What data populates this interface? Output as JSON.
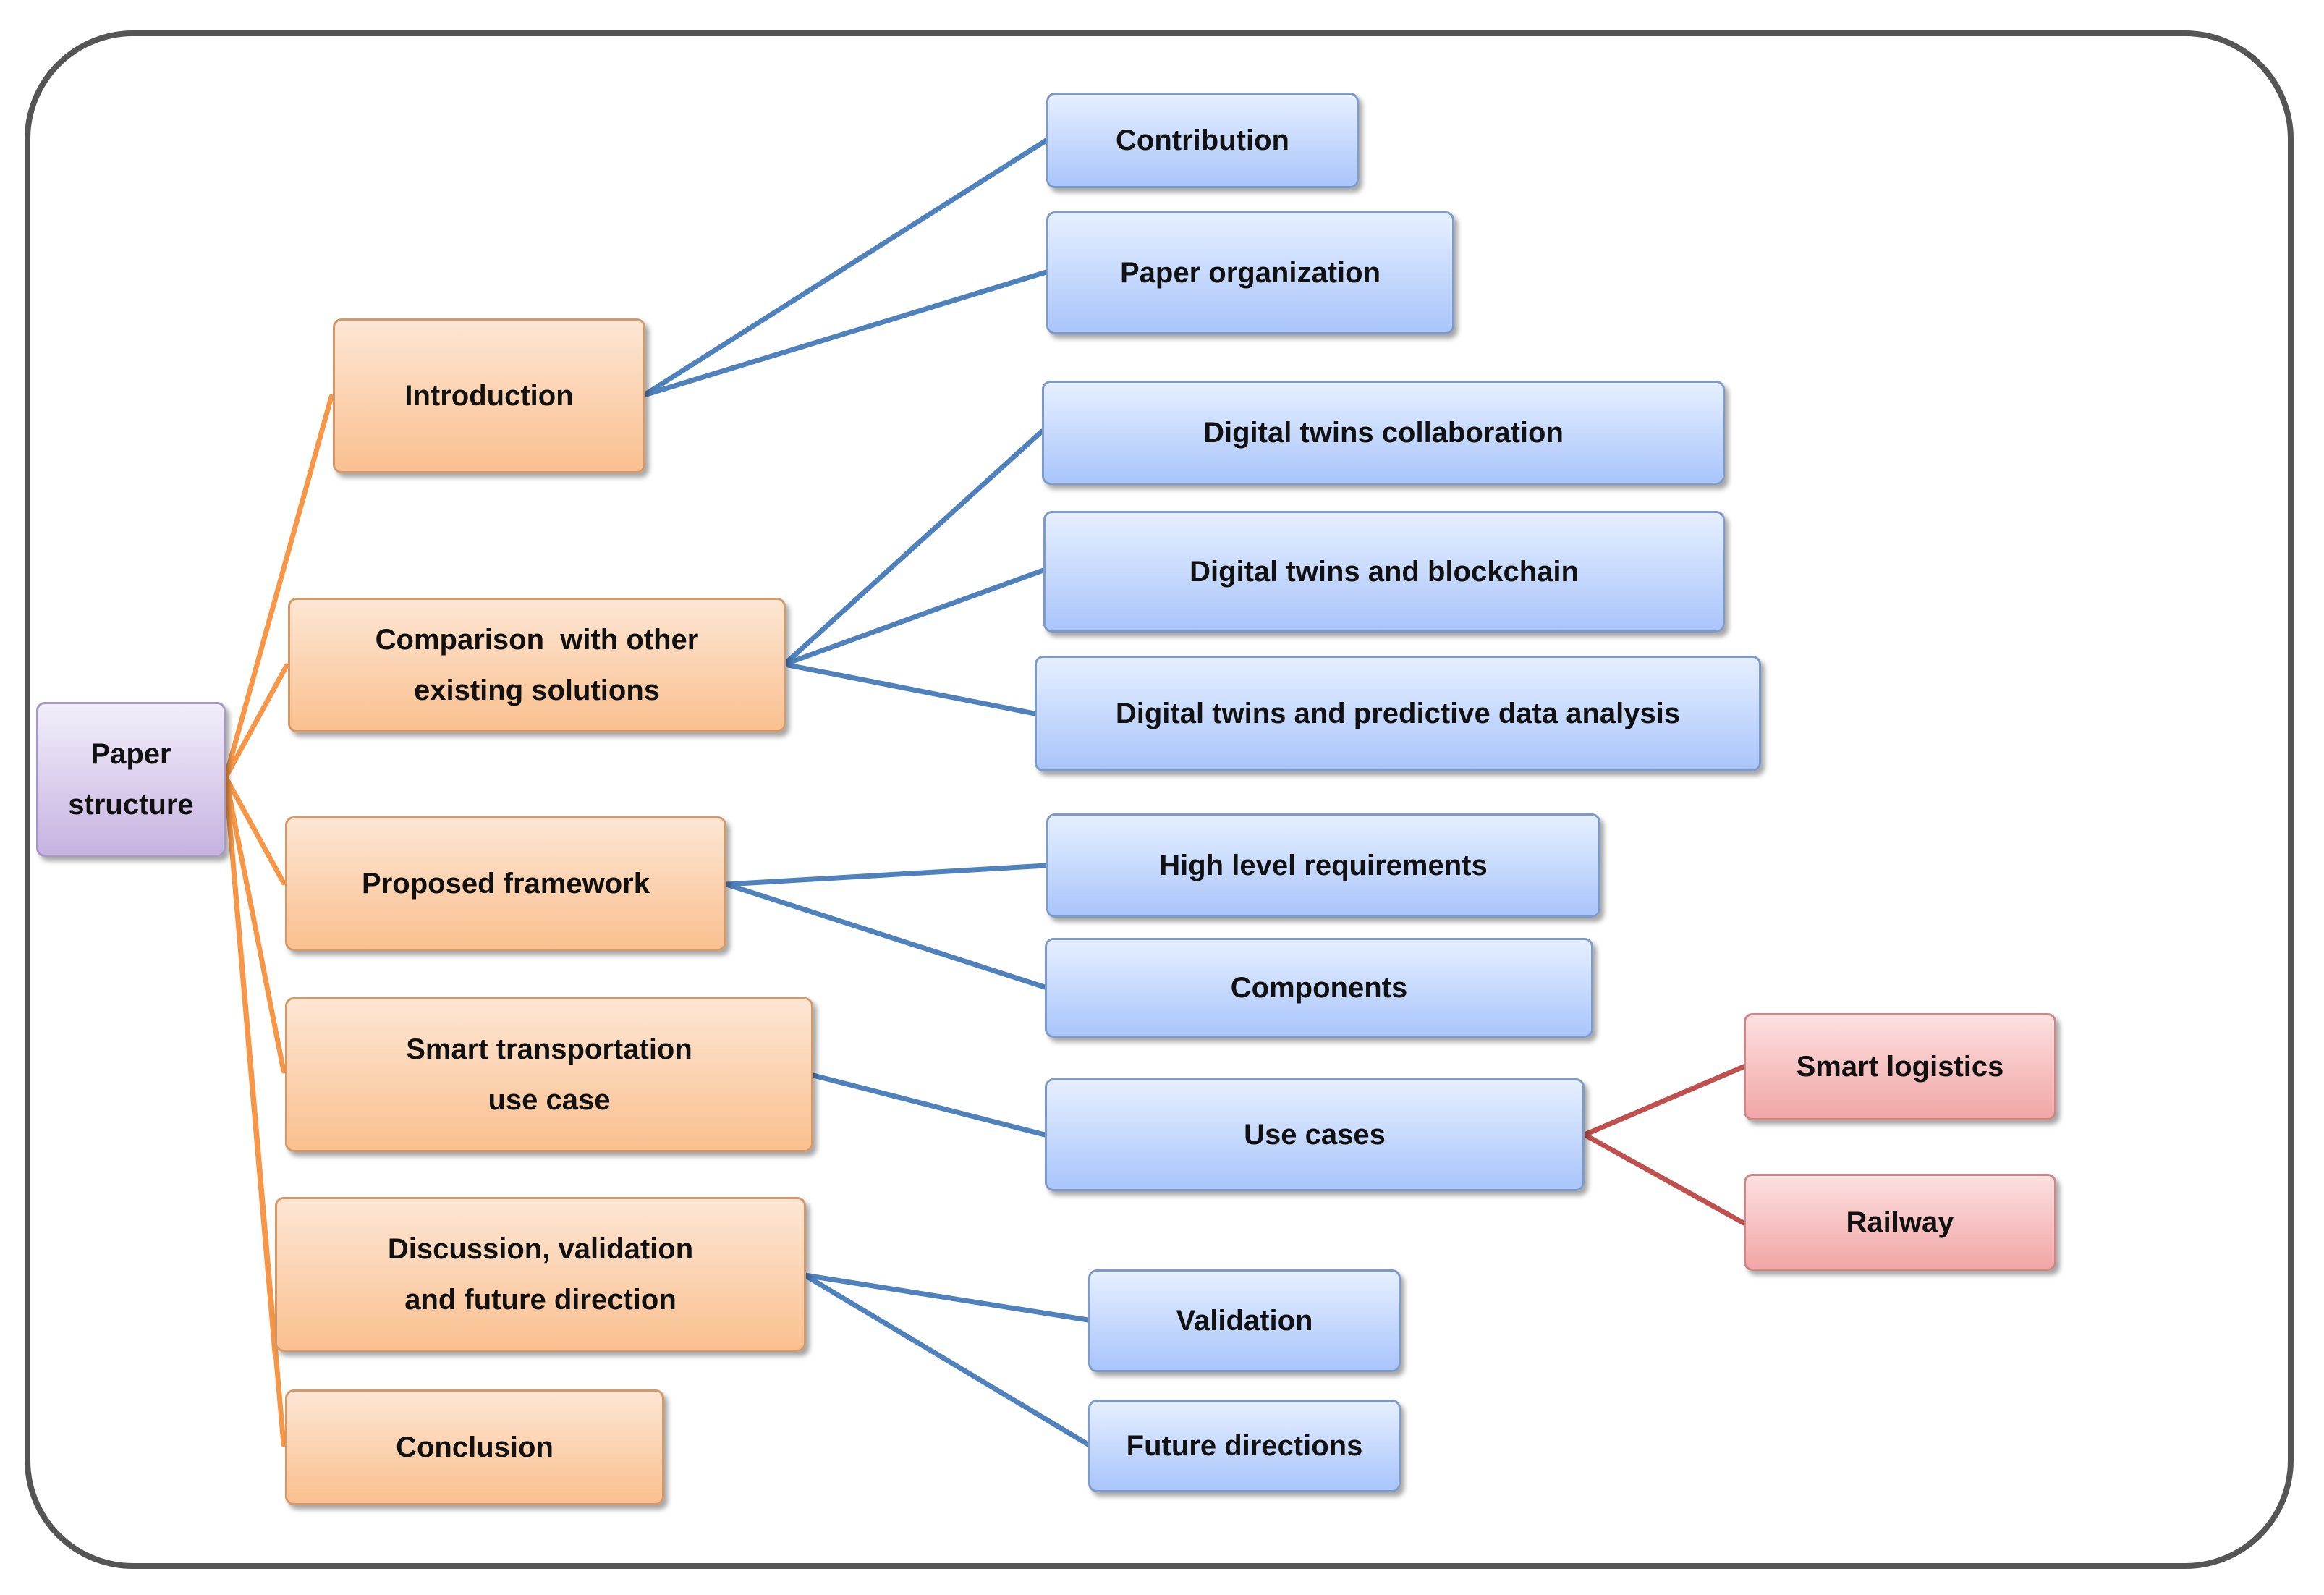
{
  "root": {
    "line1": "Paper",
    "line2": "structure"
  },
  "sections": {
    "introduction": "Introduction",
    "comparison": {
      "line1": "Comparison  with other",
      "line2": "existing solutions"
    },
    "framework": "Proposed framework",
    "transportation": {
      "line1": "Smart transportation",
      "line2": "use case"
    },
    "discussion": {
      "line1": "Discussion, validation",
      "line2": "and future direction"
    },
    "conclusion": "Conclusion"
  },
  "subsections": {
    "contribution": "Contribution",
    "organization": "Paper organization",
    "collaboration": "Digital twins collaboration",
    "blockchain": "Digital twins and blockchain",
    "predictive": "Digital twins and predictive data analysis",
    "requirements": "High level requirements",
    "components": "Components",
    "use_cases": "Use cases",
    "validation": "Validation",
    "future": "Future directions"
  },
  "use_case_items": {
    "logistics": "Smart logistics",
    "railway": "Railway"
  },
  "colors": {
    "frame": "#555555",
    "level1_link": "#f79646",
    "level2_link": "#4f81bd",
    "level3_link": "#c0504d",
    "root_fill": "#c6b3e1",
    "section_fill": "#fac08f",
    "subsection_fill": "#a9c5fb",
    "use_case_fill": "#f1a6a6"
  }
}
